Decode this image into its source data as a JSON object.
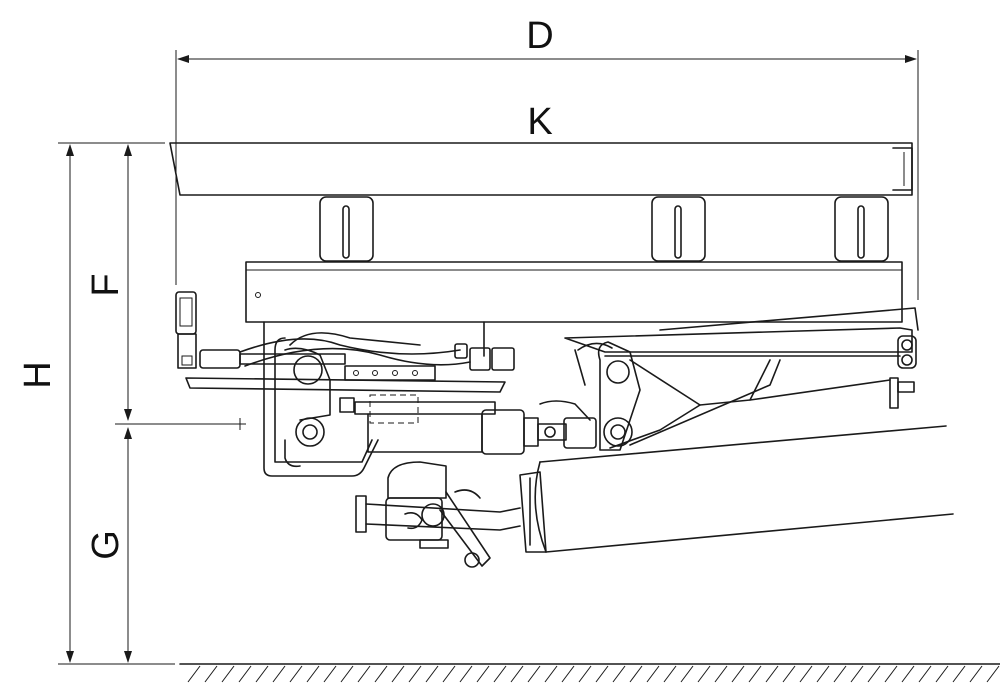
{
  "dimensions": {
    "D": "D",
    "K": "K",
    "H": "H",
    "F": "F",
    "G": "G"
  },
  "colors": {
    "line": "#1a1a1a",
    "background": "#ffffff"
  }
}
